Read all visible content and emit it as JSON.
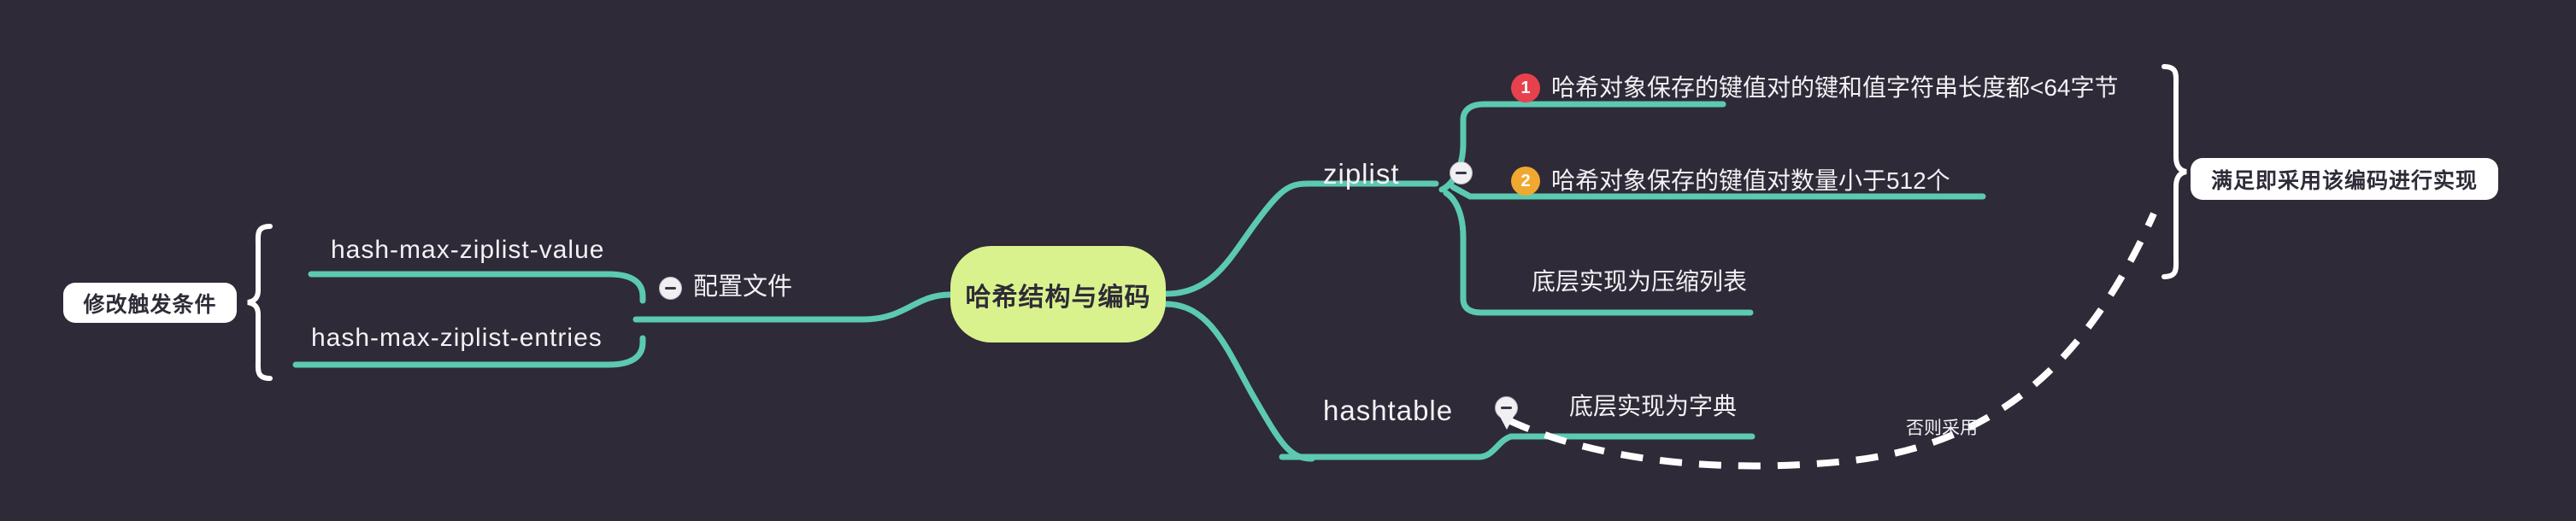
{
  "theme": {
    "background": "#2e2a37",
    "branch_line": "#5cc9b1",
    "root_fill": "#d9f28d",
    "chip_fill": "#ffffff",
    "text": "#f2f1f4",
    "badge_1": "#e8414e",
    "badge_2": "#f0a830",
    "dashed_line": "#ffffff"
  },
  "root": {
    "label": "哈希结构与编码"
  },
  "left_branch": {
    "trigger_chip": "修改触发条件",
    "config_node": {
      "label": "配置文件",
      "toggle_icon": "collapse-minus-icon"
    },
    "params": [
      {
        "label": "hash-max-ziplist-value"
      },
      {
        "label": "hash-max-ziplist-entries"
      }
    ]
  },
  "right_branches": [
    {
      "id": "ziplist",
      "label": "ziplist",
      "toggle_icon": "collapse-minus-icon",
      "children": [
        {
          "badge": "1",
          "badge_color": "#e8414e",
          "text": "哈希对象保存的键值对的键和值字符串长度都<64字节"
        },
        {
          "badge": "2",
          "badge_color": "#f0a830",
          "text": "哈希对象保存的键值对数量小于512个"
        },
        {
          "badge": "",
          "badge_color": "",
          "text": "底层实现为压缩列表"
        }
      ]
    },
    {
      "id": "hashtable",
      "label": "hashtable",
      "toggle_icon": "collapse-minus-icon",
      "children": [
        {
          "badge": "",
          "badge_color": "",
          "text": "底层实现为字典"
        }
      ]
    }
  ],
  "summary": {
    "chip_label": "满足即采用该编码进行实现",
    "dashed_edge_label": "否则采用"
  }
}
